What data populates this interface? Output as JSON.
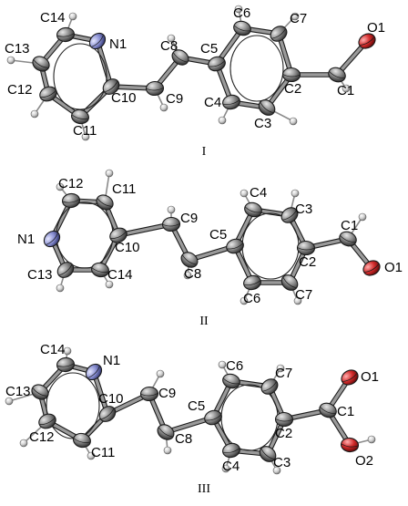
{
  "structures": [
    {
      "caption": "I",
      "atoms": [
        {
          "id": "N1",
          "el": "N",
          "label": "N1"
        },
        {
          "id": "C14",
          "el": "C",
          "label": "C14"
        },
        {
          "id": "C13",
          "el": "C",
          "label": "C13"
        },
        {
          "id": "C12",
          "el": "C",
          "label": "C12"
        },
        {
          "id": "C11",
          "el": "C",
          "label": "C11"
        },
        {
          "id": "C10",
          "el": "C",
          "label": "C10"
        },
        {
          "id": "C9",
          "el": "C",
          "label": "C9"
        },
        {
          "id": "C8",
          "el": "C",
          "label": "C8"
        },
        {
          "id": "C5",
          "el": "C",
          "label": "C5"
        },
        {
          "id": "C6",
          "el": "C",
          "label": "C6"
        },
        {
          "id": "C7",
          "el": "C",
          "label": "C7"
        },
        {
          "id": "C2",
          "el": "C",
          "label": "C2"
        },
        {
          "id": "C3",
          "el": "C",
          "label": "C3"
        },
        {
          "id": "C4",
          "el": "C",
          "label": "C4"
        },
        {
          "id": "C1",
          "el": "C",
          "label": "C1"
        },
        {
          "id": "O1",
          "el": "O",
          "label": "O1"
        }
      ]
    },
    {
      "caption": "II",
      "atoms": [
        {
          "id": "N1",
          "el": "N",
          "label": "N1"
        },
        {
          "id": "C12",
          "el": "C",
          "label": "C12"
        },
        {
          "id": "C11",
          "el": "C",
          "label": "C11"
        },
        {
          "id": "C10",
          "el": "C",
          "label": "C10"
        },
        {
          "id": "C14",
          "el": "C",
          "label": "C14"
        },
        {
          "id": "C13",
          "el": "C",
          "label": "C13"
        },
        {
          "id": "C9",
          "el": "C",
          "label": "C9"
        },
        {
          "id": "C8",
          "el": "C",
          "label": "C8"
        },
        {
          "id": "C5",
          "el": "C",
          "label": "C5"
        },
        {
          "id": "C4",
          "el": "C",
          "label": "C4"
        },
        {
          "id": "C3",
          "el": "C",
          "label": "C3"
        },
        {
          "id": "C2",
          "el": "C",
          "label": "C2"
        },
        {
          "id": "C7",
          "el": "C",
          "label": "C7"
        },
        {
          "id": "C6",
          "el": "C",
          "label": "C6"
        },
        {
          "id": "C1",
          "el": "C",
          "label": "C1"
        },
        {
          "id": "O1",
          "el": "O",
          "label": "O1"
        }
      ]
    },
    {
      "caption": "III",
      "atoms": [
        {
          "id": "N1",
          "el": "N",
          "label": "N1"
        },
        {
          "id": "C14",
          "el": "C",
          "label": "C14"
        },
        {
          "id": "C13",
          "el": "C",
          "label": "C13"
        },
        {
          "id": "C12",
          "el": "C",
          "label": "C12"
        },
        {
          "id": "C11",
          "el": "C",
          "label": "C11"
        },
        {
          "id": "C10",
          "el": "C",
          "label": "C10"
        },
        {
          "id": "C9",
          "el": "C",
          "label": "C9"
        },
        {
          "id": "C8",
          "el": "C",
          "label": "C8"
        },
        {
          "id": "C5",
          "el": "C",
          "label": "C5"
        },
        {
          "id": "C6",
          "el": "C",
          "label": "C6"
        },
        {
          "id": "C7",
          "el": "C",
          "label": "C7"
        },
        {
          "id": "C2",
          "el": "C",
          "label": "C2"
        },
        {
          "id": "C3",
          "el": "C",
          "label": "C3"
        },
        {
          "id": "C4",
          "el": "C",
          "label": "C4"
        },
        {
          "id": "C1",
          "el": "C",
          "label": "C1"
        },
        {
          "id": "O1",
          "el": "O",
          "label": "O1"
        },
        {
          "id": "O2",
          "el": "O",
          "label": "O2"
        }
      ]
    }
  ],
  "colors": {
    "carbon": "#6f6f6f",
    "nitrogen": "#7f86c8",
    "oxygen": "#c42a2a",
    "hydrogen": "#c8c8c8",
    "bond": "#9a9a9a",
    "outline": "#1a1a1a"
  }
}
